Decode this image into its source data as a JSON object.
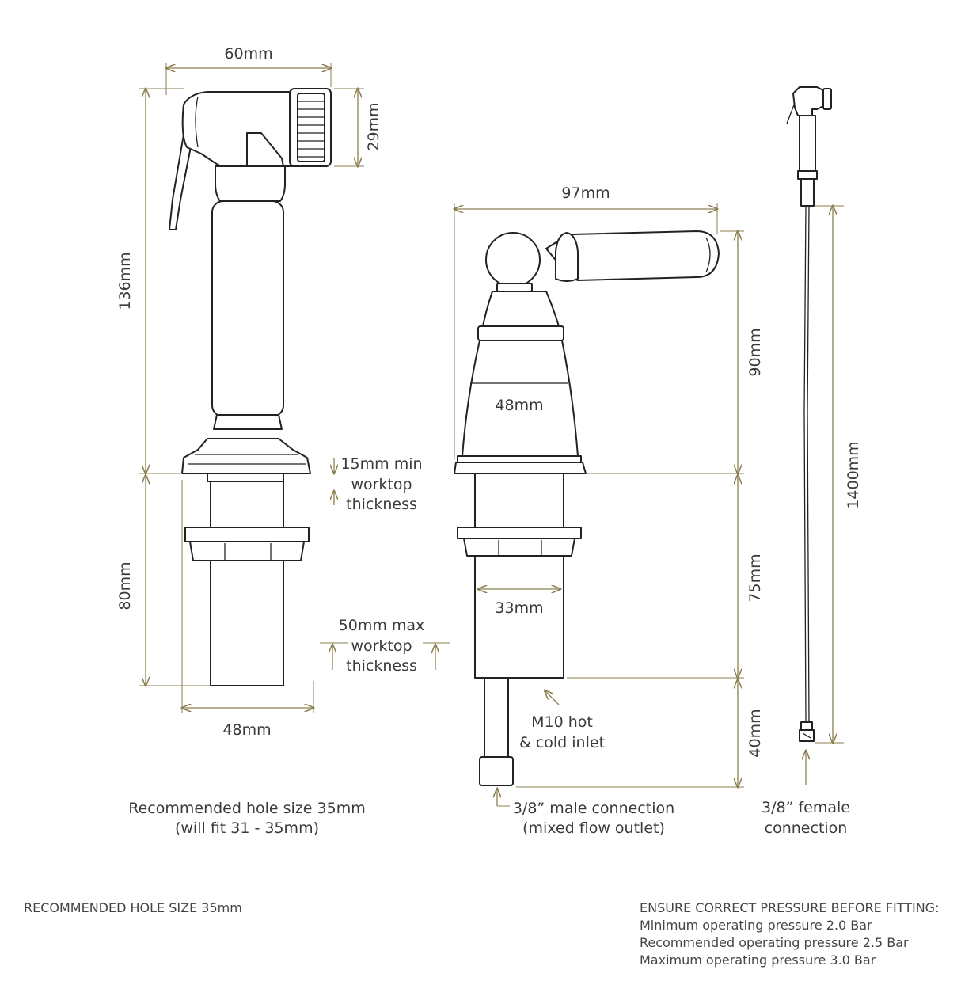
{
  "dimensions": {
    "sprayer_head_width": "60mm",
    "sprayer_head_height": "29mm",
    "sprayer_body_height": "136mm",
    "sprayer_shank_length": "80mm",
    "sprayer_flange": "48mm",
    "valve_lever_width": "97mm",
    "valve_body_height": "90mm",
    "valve_body_diameter": "48mm",
    "valve_shank_length": "75mm",
    "valve_shank_diameter": "33mm",
    "valve_outlet_length": "40mm",
    "hose_length": "1400mm"
  },
  "notes": {
    "min_worktop": [
      "15mm min",
      "worktop",
      "thickness"
    ],
    "max_worktop": [
      "50mm max",
      "worktop",
      "thickness"
    ],
    "inlet": [
      "M10 hot",
      "& cold inlet"
    ],
    "hole_size": [
      "Recommended hole size 35mm",
      "(will fit 31 - 35mm)"
    ],
    "male_connection": [
      "3/8” male connection",
      "(mixed flow outlet)"
    ],
    "female_connection": [
      "3/8” female",
      "connection"
    ]
  },
  "footer": {
    "left": "RECOMMENDED HOLE SIZE 35mm",
    "pressure_title": "ENSURE CORRECT PRESSURE BEFORE FITTING:",
    "pressure_lines": [
      "Minimum operating pressure 2.0 Bar",
      "Recommended operating pressure 2.5 Bar",
      "Maximum operating pressure 3.0 Bar"
    ]
  },
  "colors": {
    "dimension_line": "#8c7f50",
    "outline": "#222222"
  }
}
